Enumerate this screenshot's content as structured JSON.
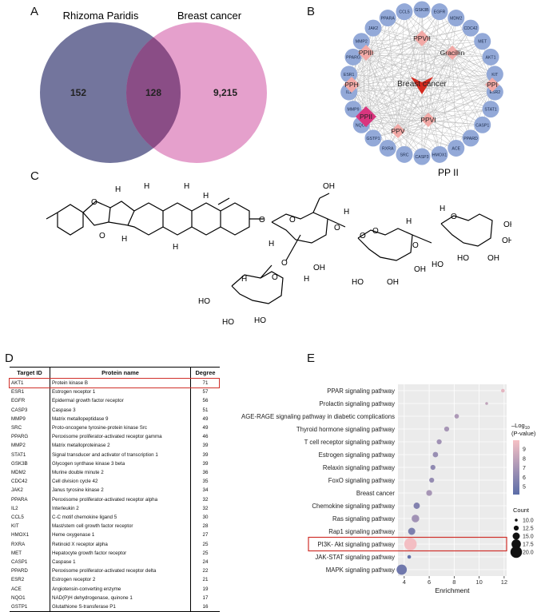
{
  "panels": {
    "a": "A",
    "b": "B",
    "c": "C",
    "d": "D",
    "e": "E"
  },
  "venn": {
    "left_label": "Rhizoma Paridis",
    "right_label": "Breast cancer",
    "left_only": "152",
    "overlap": "128",
    "right_only": "9,215",
    "left_color": "#6b6e98",
    "right_color": "#e18fc3"
  },
  "network": {
    "center": "Breast cancer",
    "compounds": [
      {
        "id": "ppvii",
        "label": "PPVII"
      },
      {
        "id": "gracillin",
        "label": "Gracillin"
      },
      {
        "id": "ppiii",
        "label": "PPIII"
      },
      {
        "id": "pph",
        "label": "PPH"
      },
      {
        "id": "ppi",
        "label": "PPI"
      },
      {
        "id": "ppii",
        "label": "PPII"
      },
      {
        "id": "ppvi",
        "label": "PPVI"
      },
      {
        "id": "ppv",
        "label": "PPV"
      }
    ],
    "targets": [
      "CCL5",
      "GSK3B",
      "EGFR",
      "MDM2",
      "CDC42",
      "MET",
      "AKT1",
      "KIT",
      "ESR2",
      "STAT1",
      "CASP1",
      "PPARD",
      "ACE",
      "HMOX1",
      "CASP3",
      "SRC",
      "RXRA",
      "GSTP1",
      "NQO1",
      "MMP9",
      "IL2",
      "ESR1",
      "PPARG",
      "MMP2",
      "JAK2",
      "PPARA"
    ],
    "node_color": "#93a9d8",
    "compound_color": "#f2a9a6",
    "center_color": "#d42a1f"
  },
  "structure": {
    "label": "PP II",
    "oh_labels": [
      "OH",
      "OH",
      "OH",
      "OH",
      "HO",
      "HO",
      "HO",
      "HO",
      "HO",
      "HO",
      "OH",
      "OH",
      "OH"
    ],
    "h_labels": [
      "H",
      "H",
      "H",
      "H",
      "H",
      "H",
      "H",
      "H",
      "H",
      "H",
      "H",
      "H"
    ],
    "o_labels": [
      "O",
      "O",
      "O",
      "O",
      "O",
      "O",
      "O",
      "O",
      "O",
      "O",
      "O"
    ]
  },
  "table": {
    "headers": [
      "Target ID",
      "Protein name",
      "Degree"
    ],
    "highlight_row": 0,
    "rows": [
      [
        "AKT1",
        "Protein kinase B",
        "71"
      ],
      [
        "ESR1",
        "Estrogen receptor 1",
        "57"
      ],
      [
        "EGFR",
        "Epidermal growth factor receptor",
        "56"
      ],
      [
        "CASP3",
        "Caspase 3",
        "51"
      ],
      [
        "MMP9",
        "Matrix metallopeptidase 9",
        "49"
      ],
      [
        "SRC",
        "Proto-oncogene tyrosine-protein kinase Src",
        "49"
      ],
      [
        "PPARG",
        "Peroxisome proliferator-activated receptor gamma",
        "46"
      ],
      [
        "MMP2",
        "Matrix metalloproteinase 2",
        "39"
      ],
      [
        "STAT1",
        "Signal transducer and activator of transcription 1",
        "39"
      ],
      [
        "GSK3B",
        "Glycogen synthase kinase 3 beta",
        "39"
      ],
      [
        "MDM2",
        "Murine double minute 2",
        "36"
      ],
      [
        "CDC42",
        "Cell division cycle 42",
        "35"
      ],
      [
        "JAK2",
        "Janus tyrosine kinase 2",
        "34"
      ],
      [
        "PPARA",
        "Peroxisome proliferator-activated receptor alpha",
        "32"
      ],
      [
        "IL2",
        "Interleukin 2",
        "32"
      ],
      [
        "CCL5",
        "C-C motif chemokine ligand 5",
        "30"
      ],
      [
        "KIT",
        "Mast/stem cell growth factor receptor",
        "28"
      ],
      [
        "HMOX1",
        "Heme oxygenase 1",
        "27"
      ],
      [
        "RXRA",
        "Retinoid X receptor alpha",
        "25"
      ],
      [
        "MET",
        "Hepatocyte growth factor receptor",
        "25"
      ],
      [
        "CASP1",
        "Caspase 1",
        "24"
      ],
      [
        "PPARD",
        "Peroxisome proliferator-activated receptor delta",
        "22"
      ],
      [
        "ESR2",
        "Estrogen receptor 2",
        "21"
      ],
      [
        "ACE",
        "Angiotensin-converting enzyme",
        "19"
      ],
      [
        "NQO1",
        "NAD(P)H dehydrogenase, quinone 1",
        "17"
      ],
      [
        "GSTP1",
        "Glutathione S-transferase P1",
        "16"
      ]
    ]
  },
  "chart_data": {
    "type": "scatter",
    "xlabel": "Enrichment",
    "ylabel": "",
    "xlim": [
      3.5,
      12.2
    ],
    "xticks": [
      4,
      6,
      8,
      10,
      12
    ],
    "categories": [
      "PPAR signaling pathway",
      "Prolactin signaling pathway",
      "AGE-RAGE signaling pathway in diabetic complications",
      "Thyroid hormone signaling pathway",
      "T cell receptor signaling pathway",
      "Estrogen signaling pathway",
      "Relaxin signaling pathway",
      "FoxO signaling pathway",
      "Breast cancer",
      "Chemokine signaling pathway",
      "Ras signaling pathway",
      "Rap1 signaling pathway",
      "PI3K- Akt signaling pathway",
      "JAK-STAT signaling pathway",
      "MAPK signaling pathway"
    ],
    "enrichment": [
      11.9,
      10.6,
      8.2,
      7.4,
      6.8,
      6.5,
      6.3,
      6.2,
      6.0,
      5.0,
      4.9,
      4.6,
      4.5,
      4.4,
      3.8
    ],
    "neglog10p": [
      9.0,
      7.8,
      7.2,
      7.0,
      6.8,
      6.5,
      6.2,
      6.4,
      7.0,
      5.8,
      6.8,
      5.6,
      9.5,
      4.8,
      5.2
    ],
    "count": [
      11.0,
      10.0,
      12.0,
      12.5,
      12.5,
      13.0,
      12.5,
      12.5,
      13.5,
      14.0,
      15.5,
      15.0,
      21.0,
      11.0,
      18.5
    ],
    "highlight": "PI3K- Akt signaling pathway",
    "colorbar": {
      "title_line1": "–Log",
      "title_sub": "10",
      "title_line2": "(P-value)",
      "ticks": [
        9,
        8,
        7,
        6,
        5
      ],
      "range": [
        4.5,
        9.6
      ],
      "color_low": "#5b6da8",
      "color_high": "#f6c0c4"
    },
    "size_legend": {
      "title": "Count",
      "values": [
        "10.0",
        "12.5",
        "15.0",
        "17.5",
        "20.0"
      ]
    }
  }
}
